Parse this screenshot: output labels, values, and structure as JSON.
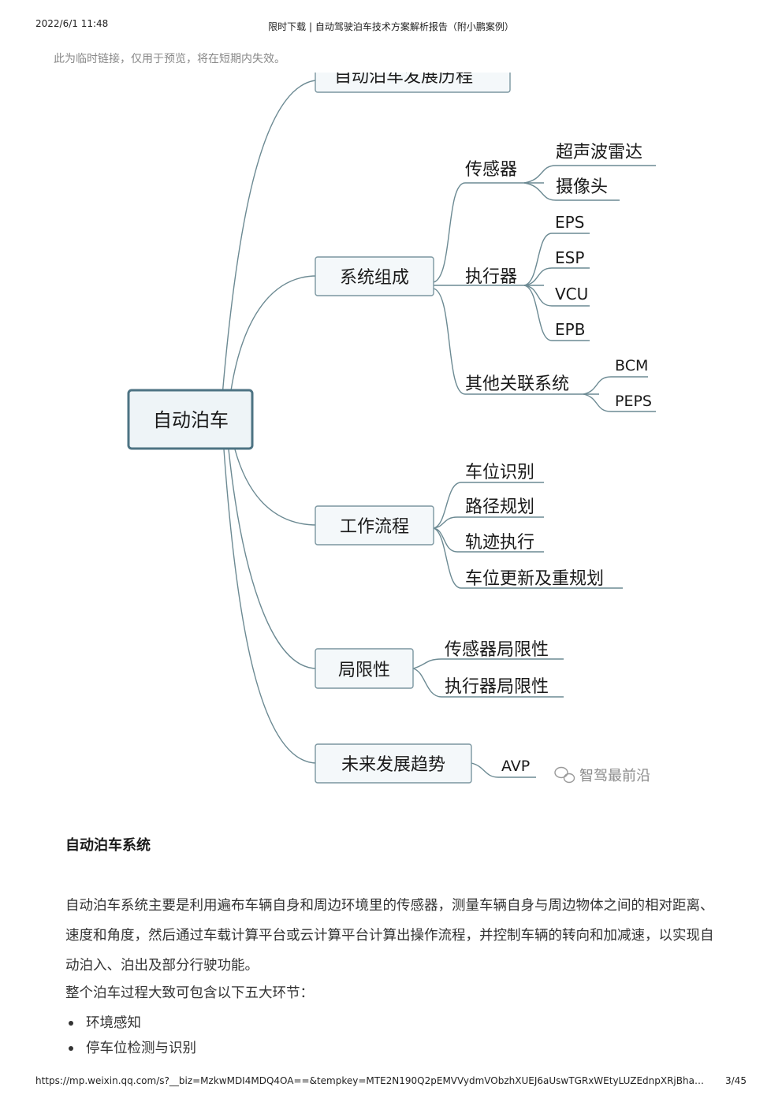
{
  "header": {
    "datetime": "2022/6/1 11:48",
    "title": "限时下载 | 自动驾驶泊车技术方案解析报告（附小鹏案例）"
  },
  "notice": "此为临时链接，仅用于预览，将在短期内失效。",
  "mindmap": {
    "root": "自动泊车",
    "top_partial": "自动泊车发展历程",
    "system": "系统组成",
    "sensor": "传感器",
    "sensor_items": [
      "超声波雷达",
      "摄像头"
    ],
    "actuator": "执行器",
    "actuator_items": [
      "EPS",
      "ESP",
      "VCU",
      "EPB"
    ],
    "other": "其他关联系统",
    "other_items": [
      "BCM",
      "PEPS"
    ],
    "workflow": "工作流程",
    "workflow_items": [
      "车位识别",
      "路径规划",
      "轨迹执行",
      "车位更新及重规划"
    ],
    "limits": "局限性",
    "limits_items": [
      "传感器局限性",
      "执行器局限性"
    ],
    "future": "未来发展趋势",
    "future_items": [
      "AVP"
    ],
    "watermark": "智驾最前沿"
  },
  "article": {
    "heading": "自动泊车系统",
    "paragraph": "自动泊车系统主要是利用遍布车辆自身和周边环境里的传感器，测量车辆自身与周边物体之间的相对距离、速度和角度，然后通过车载计算平台或云计算平台计算出操作流程，并控制车辆的转向和加减速，以实现自动泊入、泊出及部分行驶功能。",
    "intro": "整个泊车过程大致可包含以下五大环节：",
    "bullets": [
      "环境感知",
      "停车位检测与识别"
    ]
  },
  "footer": {
    "url": "https://mp.weixin.qq.com/s?__biz=MzkwMDI4MDQ4OA==&tempkey=MTE2N190Q2pEMVVydmVObzhXUEJ6aUswTGRxWEtyLUZEdnpXRjBha…",
    "page": "3/45"
  }
}
